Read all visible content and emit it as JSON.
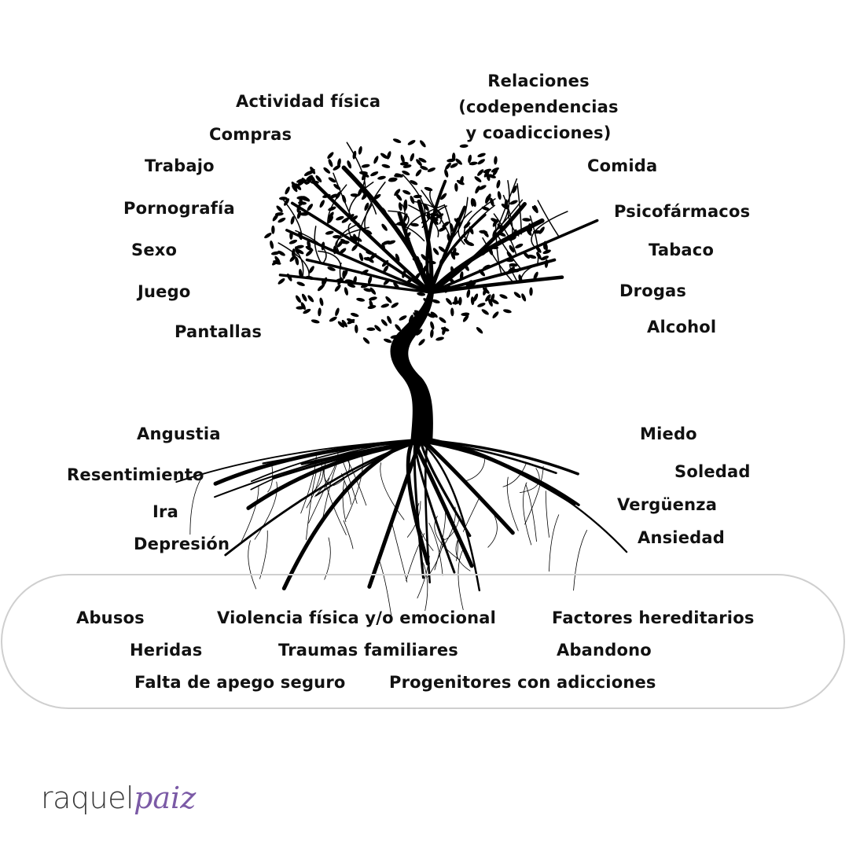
{
  "canopy": [
    "Actividad física",
    "Compras",
    "Trabajo",
    "Pornografía",
    "Sexo",
    "Juego",
    "Pantallas",
    "Relaciones (codependencias y coadicciones)",
    "Comida",
    "Psicofármacos",
    "Tabaco",
    "Drogas",
    "Alcohol"
  ],
  "canopy_relaciones_lines": [
    "Relaciones",
    "(codependencias",
    "y coadicciones)"
  ],
  "roots_left": [
    "Angustia",
    "Resentimiento",
    "Ira",
    "Depresión"
  ],
  "roots_right": [
    "Miedo",
    "Soledad",
    "Vergüenza",
    "Ansiedad"
  ],
  "ground": [
    "Abusos",
    "Violencia física y/o emocional",
    "Factores hereditarios",
    "Heridas",
    "Traumas familiares",
    "Abandono",
    "Falta de apego seguro",
    "Progenitores con adicciones"
  ],
  "logo": {
    "part1": "raquel",
    "part2": "paiz",
    "color": "#7b5aa6"
  }
}
